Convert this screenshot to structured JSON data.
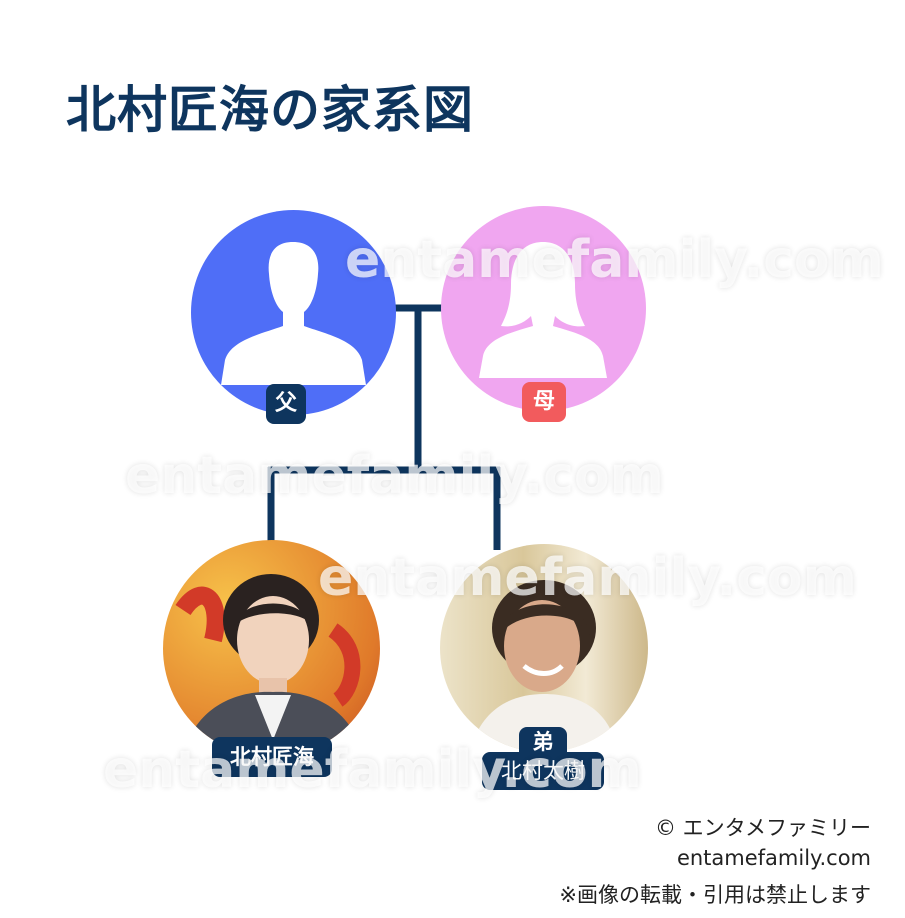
{
  "title": "北村匠海の家系図",
  "members": {
    "father": {
      "label": "父",
      "color": "#4f6ef7",
      "icon": "male-silhouette-icon"
    },
    "mother": {
      "label": "母",
      "color": "#f0a6f0",
      "badge_color": "#f25b5d",
      "icon": "female-silhouette-icon"
    },
    "self": {
      "label": "北村匠海",
      "photo": "photo-of-takumi-kitamura"
    },
    "brother": {
      "relation": "弟",
      "name": "北村太樹",
      "photo": "photo-of-taiki-kitamura"
    }
  },
  "colors": {
    "line": "#0e355e",
    "title": "#0e355e"
  },
  "watermark": "entamefamily.com",
  "credits": {
    "copyright": "© エンタメファミリー",
    "site": "entamefamily.com",
    "notice": "※画像の転載・引用は禁止します"
  }
}
